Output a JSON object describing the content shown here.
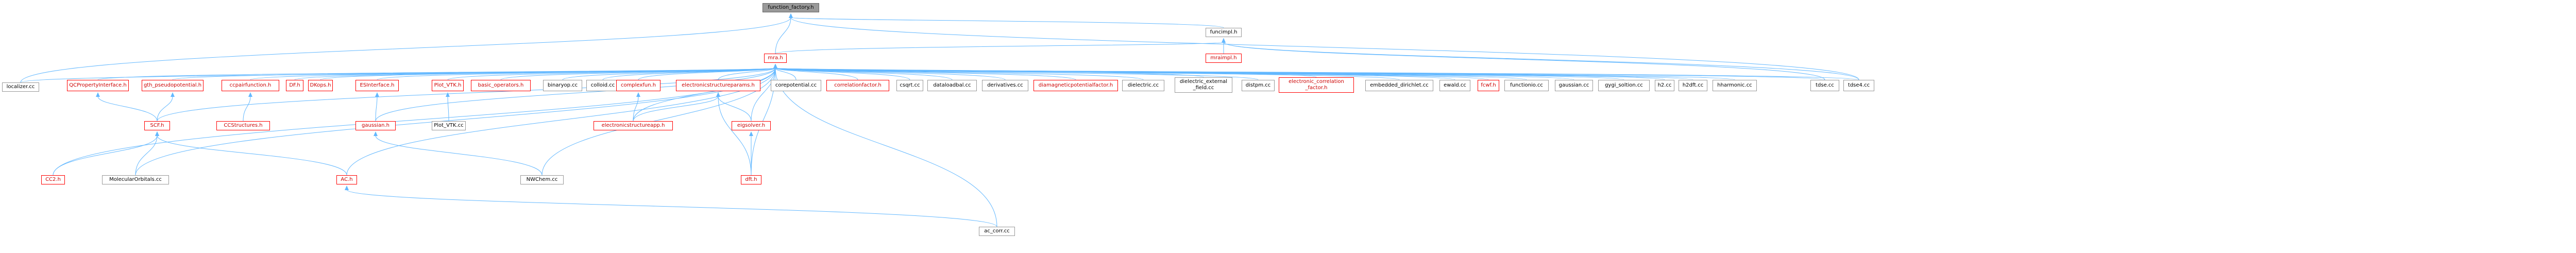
{
  "diagram": {
    "kind": "include-dependency-graph",
    "edge_color": "#63b8ff",
    "node_border_color": "#999999",
    "highlight_border_color": "#ff0000",
    "root_fill": "#999999",
    "nodes": [
      {
        "id": "function_factory",
        "label": "function_factory.h",
        "style": "root"
      },
      {
        "id": "funcimpl",
        "label": "funcimpl.h",
        "style": "plain"
      },
      {
        "id": "mra",
        "label": "mra.h",
        "style": "red"
      },
      {
        "id": "mraimpl",
        "label": "mraimpl.h",
        "style": "red"
      },
      {
        "id": "localizer",
        "label": "localizer.cc",
        "style": "plain"
      },
      {
        "id": "qcprop",
        "label": "QCPropertyInterface.h",
        "style": "red"
      },
      {
        "id": "gth",
        "label": "gth_pseudopotential.h",
        "style": "red"
      },
      {
        "id": "scf",
        "label": "SCF.h",
        "style": "red"
      },
      {
        "id": "cc2",
        "label": "CC2.h",
        "style": "red"
      },
      {
        "id": "molorb",
        "label": "MolecularOrbitals.cc",
        "style": "plain"
      },
      {
        "id": "ccpair",
        "label": "ccpairfunction.h",
        "style": "red"
      },
      {
        "id": "ccstruct",
        "label": "CCStructures.h",
        "style": "red"
      },
      {
        "id": "df",
        "label": "DF.h",
        "style": "red"
      },
      {
        "id": "dkops",
        "label": "DKops.h",
        "style": "red"
      },
      {
        "id": "ac",
        "label": "AC.h",
        "style": "red"
      },
      {
        "id": "esinterface",
        "label": "ESInterface.h",
        "style": "red"
      },
      {
        "id": "gaussian",
        "label": "gaussian.h",
        "style": "red"
      },
      {
        "id": "plotvtk_h",
        "label": "Plot_VTK.h",
        "style": "red"
      },
      {
        "id": "plotvtk_cc",
        "label": "Plot_VTK.cc",
        "style": "plain"
      },
      {
        "id": "basicops",
        "label": "basic_operators.h",
        "style": "red"
      },
      {
        "id": "binaryop",
        "label": "binaryop.cc",
        "style": "plain"
      },
      {
        "id": "colloid",
        "label": "colloid.cc",
        "style": "plain"
      },
      {
        "id": "complexfun",
        "label": "complexfun.h",
        "style": "red"
      },
      {
        "id": "ecp_h",
        "label": "electronicstructureparams.h",
        "style": "red"
      },
      {
        "id": "ecapp",
        "label": "electronicstructureapp.h",
        "style": "red"
      },
      {
        "id": "eigsolver",
        "label": "eigsolver.h",
        "style": "red"
      },
      {
        "id": "dft",
        "label": "dft.h",
        "style": "red"
      },
      {
        "id": "nwchem",
        "label": "NWChem.cc",
        "style": "plain"
      },
      {
        "id": "corepot",
        "label": "corepotential.cc",
        "style": "plain"
      },
      {
        "id": "corrfac",
        "label": "correlationfactor.h",
        "style": "red"
      },
      {
        "id": "csqrt",
        "label": "csqrt.cc",
        "style": "plain"
      },
      {
        "id": "dataload",
        "label": "dataloadbal.cc",
        "style": "plain"
      },
      {
        "id": "derivs",
        "label": "derivatives.cc",
        "style": "plain"
      },
      {
        "id": "diamag",
        "label": "diamagneticpotentialfactor.h",
        "style": "red"
      },
      {
        "id": "dielectric",
        "label": "dielectric.cc",
        "style": "plain"
      },
      {
        "id": "diel_ext",
        "label": "dielectric_external\n_field.cc",
        "style": "plain"
      },
      {
        "id": "distpm",
        "label": "distpm.cc",
        "style": "plain"
      },
      {
        "id": "ecorr",
        "label": "electronic_correlation\n_factor.h",
        "style": "red"
      },
      {
        "id": "embdir",
        "label": "embedded_dirichlet.cc",
        "style": "plain"
      },
      {
        "id": "ewald",
        "label": "ewald.cc",
        "style": "plain"
      },
      {
        "id": "fcwf",
        "label": "fcwf.h",
        "style": "red"
      },
      {
        "id": "functionio",
        "label": "functionio.cc",
        "style": "plain"
      },
      {
        "id": "gaussian_cc",
        "label": "gaussian.cc",
        "style": "plain"
      },
      {
        "id": "gygi",
        "label": "gygi_soltion.cc",
        "style": "plain"
      },
      {
        "id": "h2",
        "label": "h2.cc",
        "style": "plain"
      },
      {
        "id": "h2dft",
        "label": "h2dft.cc",
        "style": "plain"
      },
      {
        "id": "hharmonic",
        "label": "hharmonic.cc",
        "style": "plain"
      },
      {
        "id": "tdse",
        "label": "tdse.cc",
        "style": "plain"
      },
      {
        "id": "tdse4",
        "label": "tdse4.cc",
        "style": "plain"
      },
      {
        "id": "ac_corr",
        "label": "ac_corr.cc",
        "style": "plain"
      }
    ]
  }
}
